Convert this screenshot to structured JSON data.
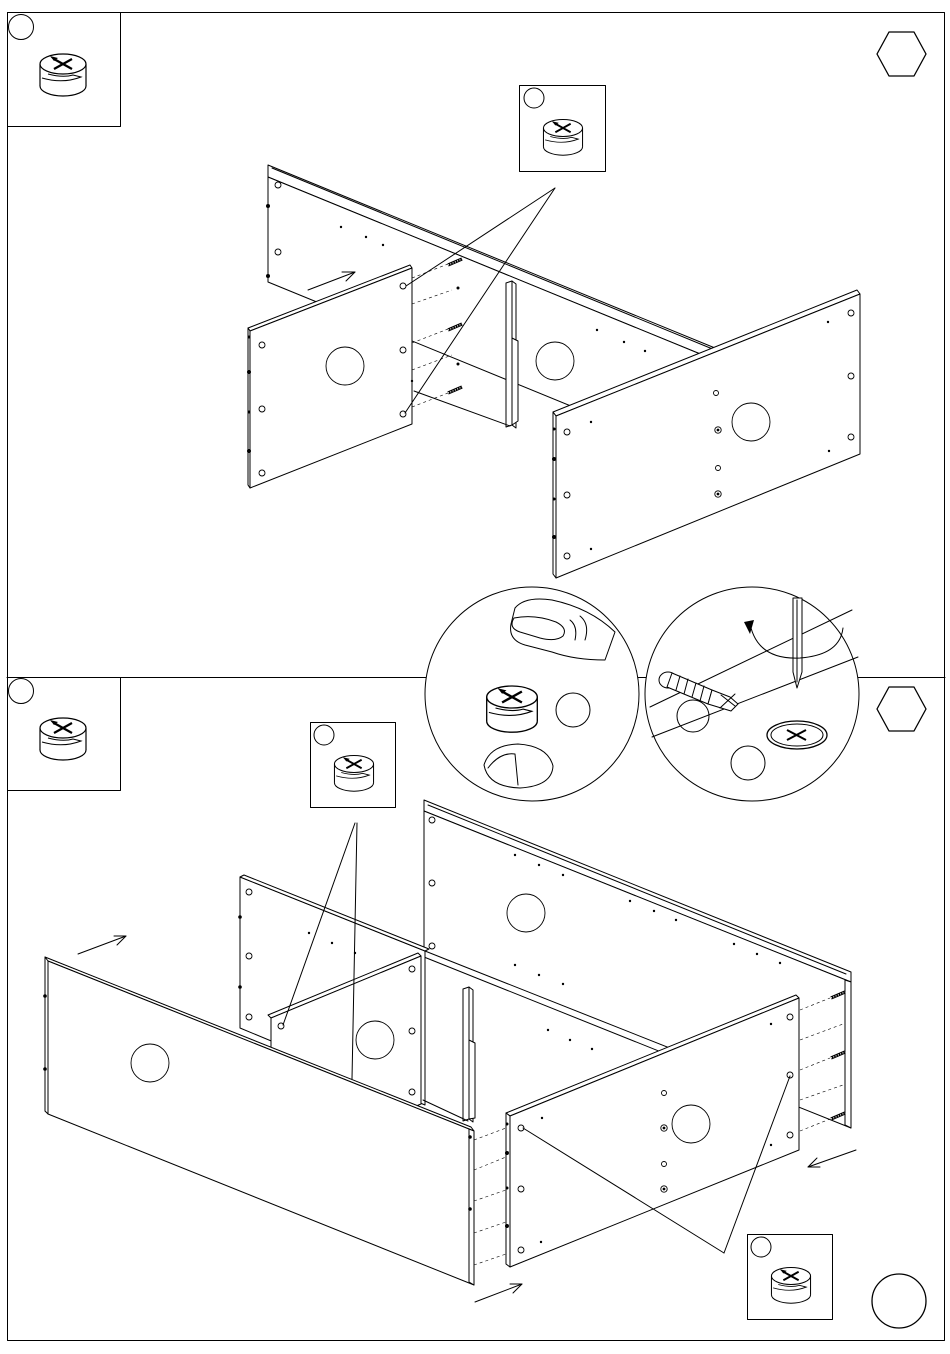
{
  "steps": [
    {
      "id": "upper",
      "number": "",
      "hex_label": ""
    },
    {
      "id": "lower",
      "number": "",
      "hex_label": ""
    }
  ],
  "callouts": [
    {
      "id": "cam-upper",
      "label": ""
    },
    {
      "id": "cam-lower-left",
      "label": ""
    },
    {
      "id": "cam-lower-right",
      "label": ""
    }
  ],
  "detail_circles": [
    {
      "id": "press-detail",
      "label": ""
    },
    {
      "id": "lock-detail",
      "label_a": "",
      "label_b": ""
    }
  ],
  "page_number": "",
  "icons": [
    "cam-lock-icon",
    "hexagon-icon",
    "push-arrow-icon",
    "rotate-arrow-icon",
    "screwdriver-icon",
    "dowel-icon",
    "thumb-icon"
  ]
}
